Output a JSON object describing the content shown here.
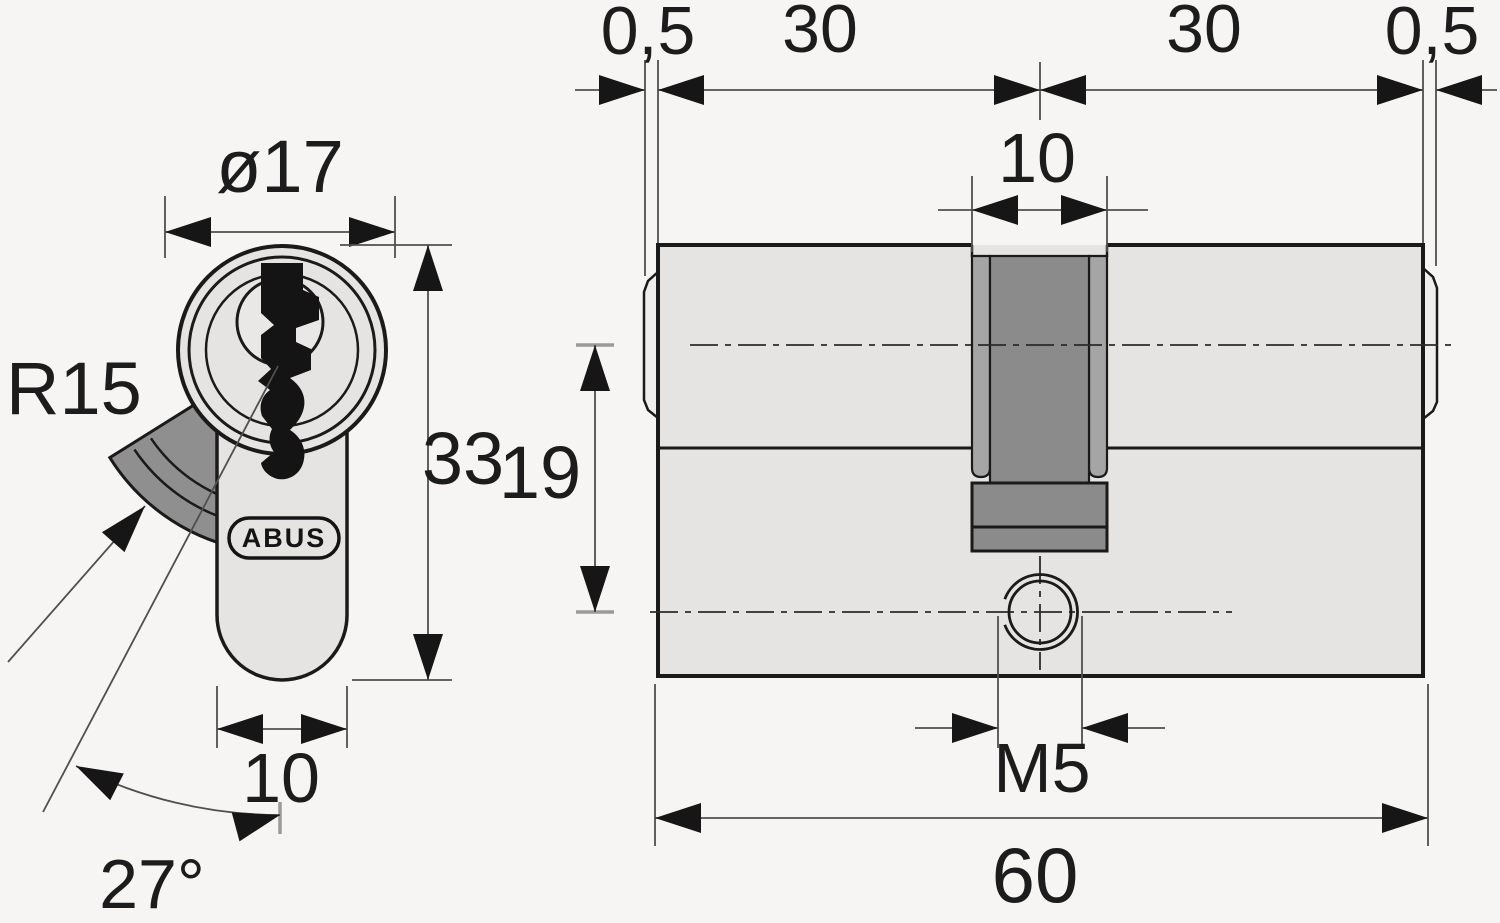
{
  "drawing": {
    "kind": "technical dimension drawing",
    "subject": "profile door cylinder, front and side view"
  },
  "brand": {
    "logo_text": "ABUS"
  },
  "front_view": {
    "labels": {
      "diameter": "ø17",
      "height": "33",
      "foot_width": "10",
      "cam_radius": "R15",
      "cam_angle": "27°"
    }
  },
  "side_view": {
    "labels": {
      "left_protrusion": "0,5",
      "left_half_length": "30",
      "right_half_length": "30",
      "right_protrusion": "0,5",
      "cam_slot_width": "10",
      "axis_distance": "19",
      "fixing_thread": "M5",
      "overall_length": "60"
    }
  },
  "colors": {
    "background": "#f6f5f3",
    "body_fill": "#e5e4e2",
    "end_cap_fill": "#efeeec",
    "cam_fill": "#8f8f8f",
    "slot_strip_fill": "#a5a5a5",
    "slot_block_fill": "#8b8b8b",
    "line": "#1a1a1a"
  }
}
